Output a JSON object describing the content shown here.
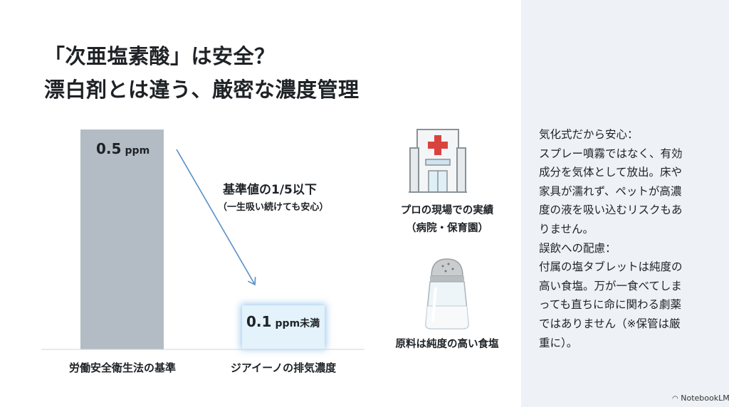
{
  "slide": {
    "title_lines": [
      "「次亜塩素酸」は安全？",
      "漂白剤とは違う、厳密な濃度管理"
    ],
    "annotation": {
      "main": "基準値の1/5以下",
      "sub": "（一生吸い続けても安心）"
    },
    "features": [
      {
        "icon": "hospital-icon",
        "lines": [
          "プロの現場での実績",
          "（病院・保育園）"
        ]
      },
      {
        "icon": "salt-shaker-icon",
        "lines": [
          "原料は純度の高い食塩"
        ]
      }
    ],
    "side_text": [
      "気化式だから安心：",
      "スプレー噴霧ではなく、有効",
      "成分を気体として放出。床や",
      "家具が濡れず、ペットが高濃",
      "度の液を吸い込むリスクもあ",
      "りません。",
      "誤飲への配慮：",
      "付属の塩タブレットは純度の",
      "高い食塩。万が一食べてしま",
      "っても直ちに命に関わる劇薬",
      "ではありません（※保管は厳",
      "重に）。"
    ],
    "brand": "NotebookLM"
  },
  "chart_data": {
    "type": "bar",
    "categories": [
      "労働安全衛生法の基準",
      "ジアイーノの排気濃度"
    ],
    "values": [
      0.5,
      0.1
    ],
    "value_labels": [
      {
        "num": "0.5",
        "unit": "ppm"
      },
      {
        "num": "0.1",
        "unit": "ppm未満"
      }
    ],
    "ylabel": "ppm",
    "ylim": [
      0,
      0.5
    ],
    "colors": [
      "#b3bcc4",
      "#e3f2fb"
    ],
    "accent": "#5a8fc8"
  }
}
